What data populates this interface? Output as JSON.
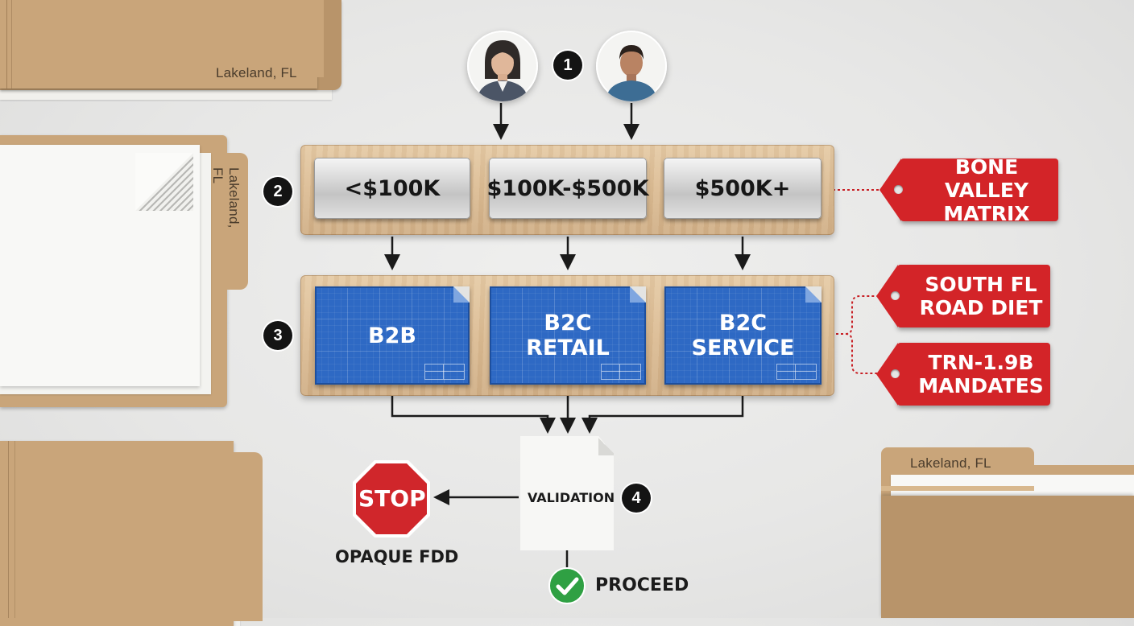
{
  "folders": {
    "top_left_label": "Lakeland, FL",
    "mid_left_label": "Lakeland, FL",
    "bottom_right_label": "Lakeland, FL"
  },
  "steps": [
    "1",
    "2",
    "3",
    "4"
  ],
  "tiers": [
    {
      "label": "<$100K"
    },
    {
      "label": "$100K-$500K"
    },
    {
      "label": "$500K+"
    }
  ],
  "segments": [
    {
      "line1": "B2B",
      "line2": ""
    },
    {
      "line1": "B2C",
      "line2": "RETAIL"
    },
    {
      "line1": "B2C",
      "line2": "SERVICE"
    }
  ],
  "tags": [
    {
      "line1": "BONE VALLEY",
      "line2": "MATRIX"
    },
    {
      "line1": "SOUTH FL",
      "line2": "ROAD DIET"
    },
    {
      "line1": "TRN-1.9B",
      "line2": "MANDATES"
    }
  ],
  "validation": {
    "label": "VALIDATION"
  },
  "stop": {
    "sign": "STOP",
    "caption": "OPAQUE FDD"
  },
  "proceed": {
    "caption": "PROCEED"
  },
  "colors": {
    "kraft": "#c9a57a",
    "blueprint": "#2e69c4",
    "tag_red": "#d32428",
    "stop_red": "#d0262b",
    "check_green": "#2fa043"
  }
}
